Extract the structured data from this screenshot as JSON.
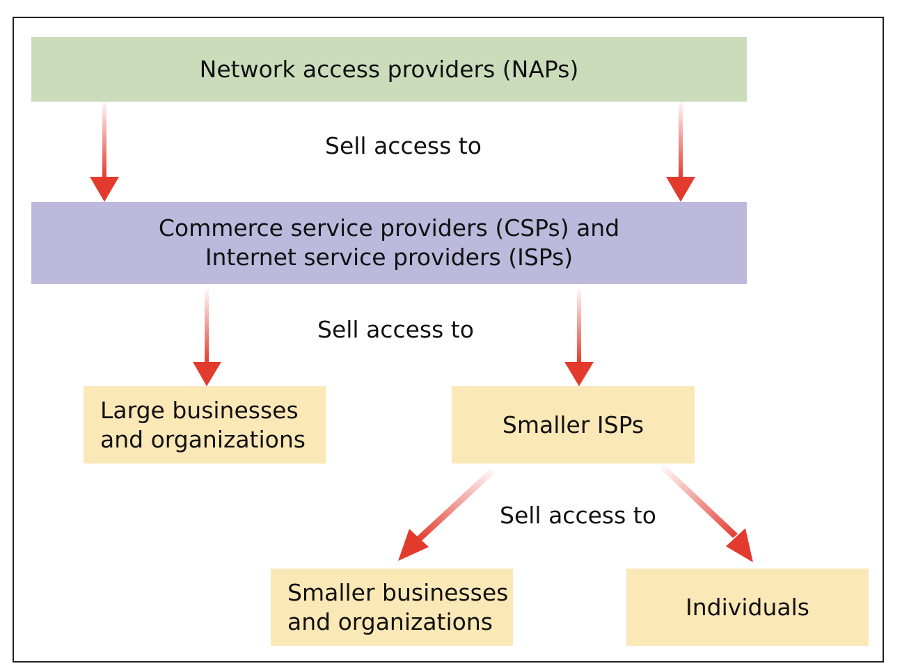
{
  "diagram": {
    "nodes": {
      "naps": {
        "label": "Network access providers (NAPs)",
        "color": "#cbdcbb"
      },
      "csps": {
        "line1": "Commerce service providers (CSPs) and",
        "line2": "Internet service providers (ISPs)",
        "color": "#bcb9dd"
      },
      "large_businesses": {
        "line1": "Large businesses",
        "line2": "and organizations",
        "color": "#fbe8b7"
      },
      "smaller_isps": {
        "label": "Smaller ISPs",
        "color": "#fbe8b7"
      },
      "smaller_businesses": {
        "line1": "Smaller businesses",
        "line2": "and organizations",
        "color": "#fbe8b7"
      },
      "individuals": {
        "label": "Individuals",
        "color": "#fbe8b7"
      }
    },
    "edge_labels": {
      "naps_to_csps": "Sell access to",
      "csps_to_customers": "Sell access to",
      "isps_to_customers": "Sell access to"
    },
    "arrow_color": "#e23b2e"
  }
}
